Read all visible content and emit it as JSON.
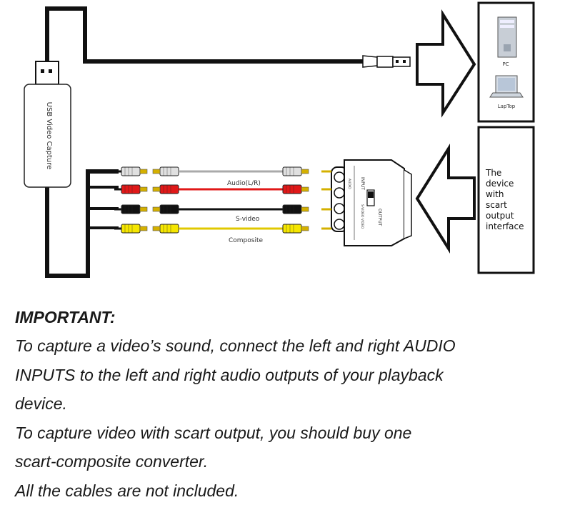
{
  "diagram": {
    "usb_device_label": "USB Video Capture",
    "pc_label": "PC",
    "laptop_label": "LapTop",
    "source_device_lines": [
      "The",
      "device",
      "with",
      "scart",
      "output",
      "interface"
    ],
    "cable_labels": {
      "audio": "Audio(L/R)",
      "svideo": "S-video",
      "composite": "Composite"
    },
    "scart_labels": {
      "input": "INPUT",
      "output": "OUTPUT",
      "left": "AUDIO",
      "right": "S-VIDEO VIDEO"
    },
    "colors": {
      "audio_left": "#e0e0e0",
      "audio_right": "#e01818",
      "svideo": "#111111",
      "composite": "#f5e600",
      "tip": "#d4b000"
    }
  },
  "notes": {
    "heading": "IMPORTANT:",
    "lines": [
      "To capture a video’s sound, connect the left and right AUDIO",
      "INPUTS to the left and right audio outputs of your playback",
      "device.",
      "To capture video with scart output, you should buy one",
      "scart-composite converter.",
      "All the cables are not included."
    ]
  }
}
